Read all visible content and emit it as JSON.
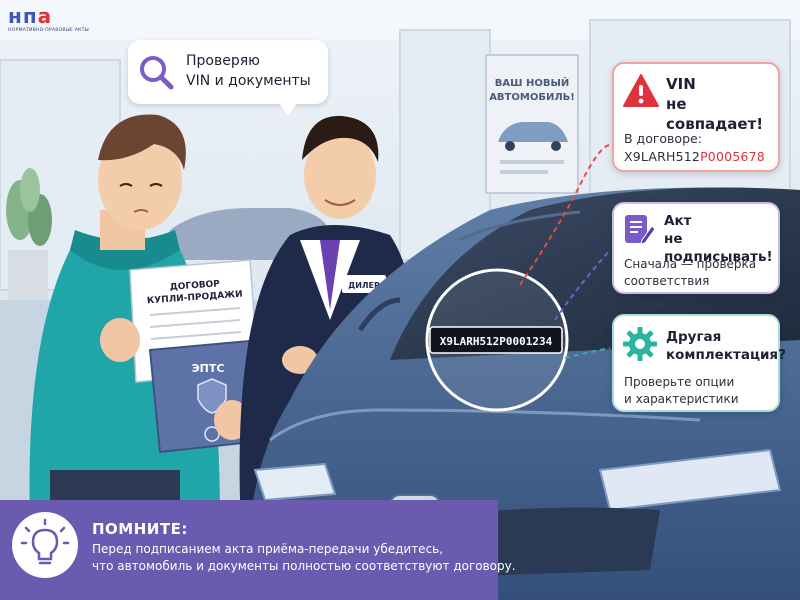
{
  "logo": {
    "text_part1": "нп",
    "text_part2": "а",
    "subtitle": "НОРМАТИВНО-ПРАВОВЫЕ АКТЫ"
  },
  "bubble": {
    "icon": "magnifier-icon",
    "line1": "Проверяю",
    "line2": "VIN и документы"
  },
  "poster": {
    "line1": "ВАШ НОВЫЙ",
    "line2": "АВТОМОБИЛЬ!"
  },
  "documents": {
    "contract_line1": "ДОГОВОР",
    "contract_line2": "КУПЛИ-ПРОДАЖИ",
    "epts": "ЭПТС"
  },
  "dealer_badge": "ДИЛЕР",
  "windshield_vin": "X9LARH512P0001234",
  "cards": {
    "vin": {
      "icon": "alert-icon",
      "title1": "VIN",
      "title2": "не совпадает!",
      "label": "В договоре:",
      "vin_prefix": "X9LARH512",
      "vin_suffix": "P0005678",
      "accent": "#e0323c"
    },
    "act": {
      "icon": "document-pen-icon",
      "title1": "Акт",
      "title2": "не подписывать!",
      "body1": "Сначала — проверка",
      "body2": "соответствия",
      "accent": "#7a5cc8"
    },
    "equipment": {
      "icon": "gear-icon",
      "title1": "Другая",
      "title2": "комплектация?",
      "body1": "Проверьте опции",
      "body2": "и характеристики",
      "accent": "#2bb3a3"
    }
  },
  "banner": {
    "icon": "lightbulb-icon",
    "title": "ПОМНИТЕ:",
    "line1": "Перед подписанием акта приёма-передачи убедитесь,",
    "line2": "что автомобиль и документы полностью соответствуют договору.",
    "background": "#6a5ab0"
  }
}
